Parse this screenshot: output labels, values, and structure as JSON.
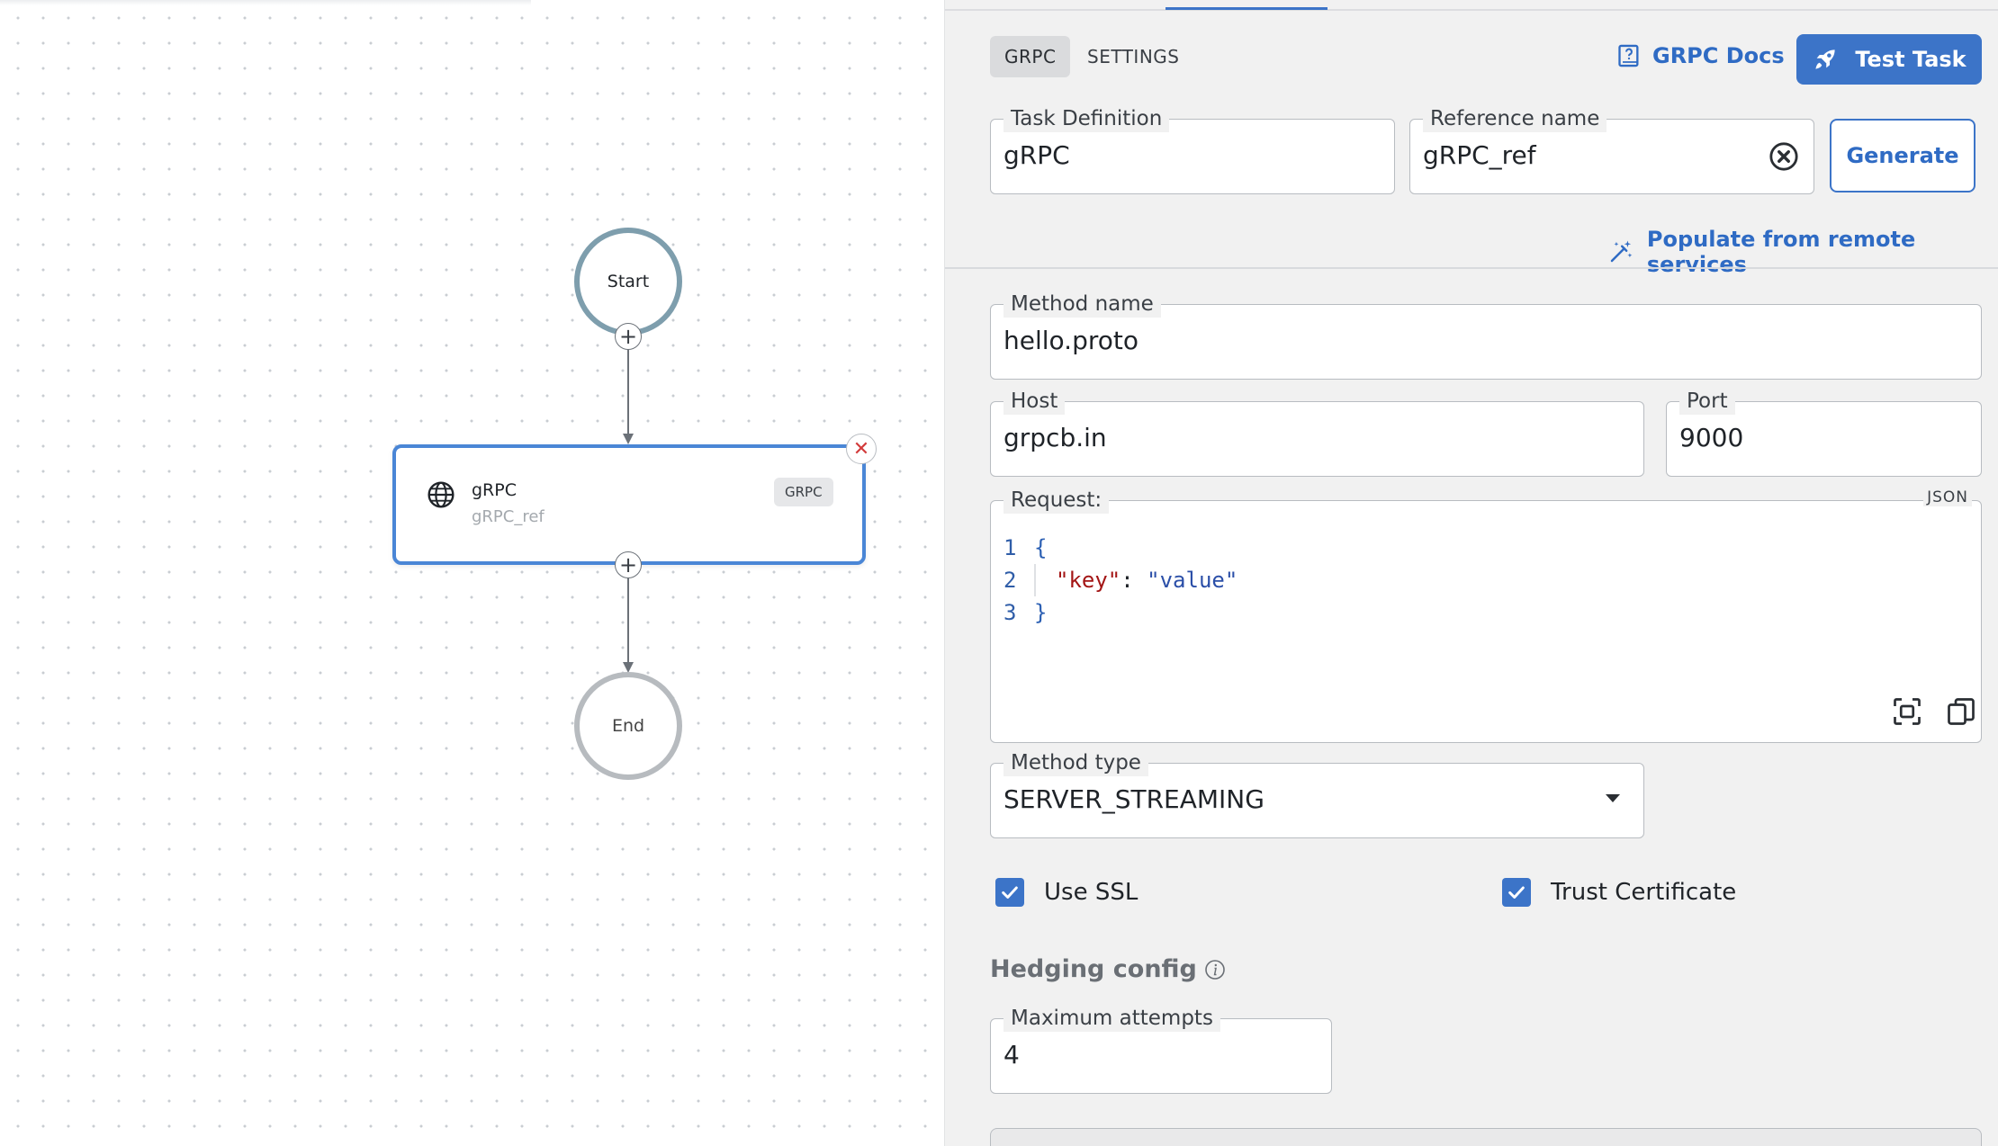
{
  "canvas": {
    "start_label": "Start",
    "end_label": "End",
    "task": {
      "name": "gRPC",
      "ref": "gRPC_ref",
      "badge": "GRPC"
    }
  },
  "panel": {
    "tabs": [
      {
        "label": "GRPC",
        "active": true
      },
      {
        "label": "SETTINGS",
        "active": false
      }
    ],
    "docs_label": "GRPC Docs",
    "test_label": "Test Task",
    "task_definition": {
      "label": "Task Definition",
      "value": "gRPC"
    },
    "reference_name": {
      "label": "Reference name",
      "value": "gRPC_ref"
    },
    "generate_label": "Generate",
    "populate_label": "Populate from remote services",
    "method_name": {
      "label": "Method name",
      "value": "hello.proto"
    },
    "host": {
      "label": "Host",
      "value": "grpcb.in"
    },
    "port": {
      "label": "Port",
      "value": "9000"
    },
    "request": {
      "label": "Request:",
      "format": "JSON",
      "lines": [
        {
          "num": "1",
          "open": "{"
        },
        {
          "num": "2",
          "key": "\"key\"",
          "colon": ": ",
          "value": "\"value\""
        },
        {
          "num": "3",
          "close": "}"
        }
      ]
    },
    "method_type": {
      "label": "Method type",
      "value": "SERVER_STREAMING"
    },
    "use_ssl": {
      "label": "Use SSL",
      "checked": true
    },
    "trust_certificate": {
      "label": "Trust Certificate",
      "checked": true
    },
    "hedging": {
      "title": "Hedging config",
      "max_attempts": {
        "label": "Maximum attempts",
        "value": "4"
      }
    }
  },
  "colors": {
    "accent": "#3c74c8",
    "start_ring": "#7e9ead",
    "end_ring": "#b7bbbf",
    "close_red": "#d23b3b"
  },
  "icons": {
    "docs": "book-question-icon",
    "test": "rocket-icon",
    "clear": "close-circle-icon",
    "populate": "magic-wand-icon",
    "task": "globe-icon"
  }
}
